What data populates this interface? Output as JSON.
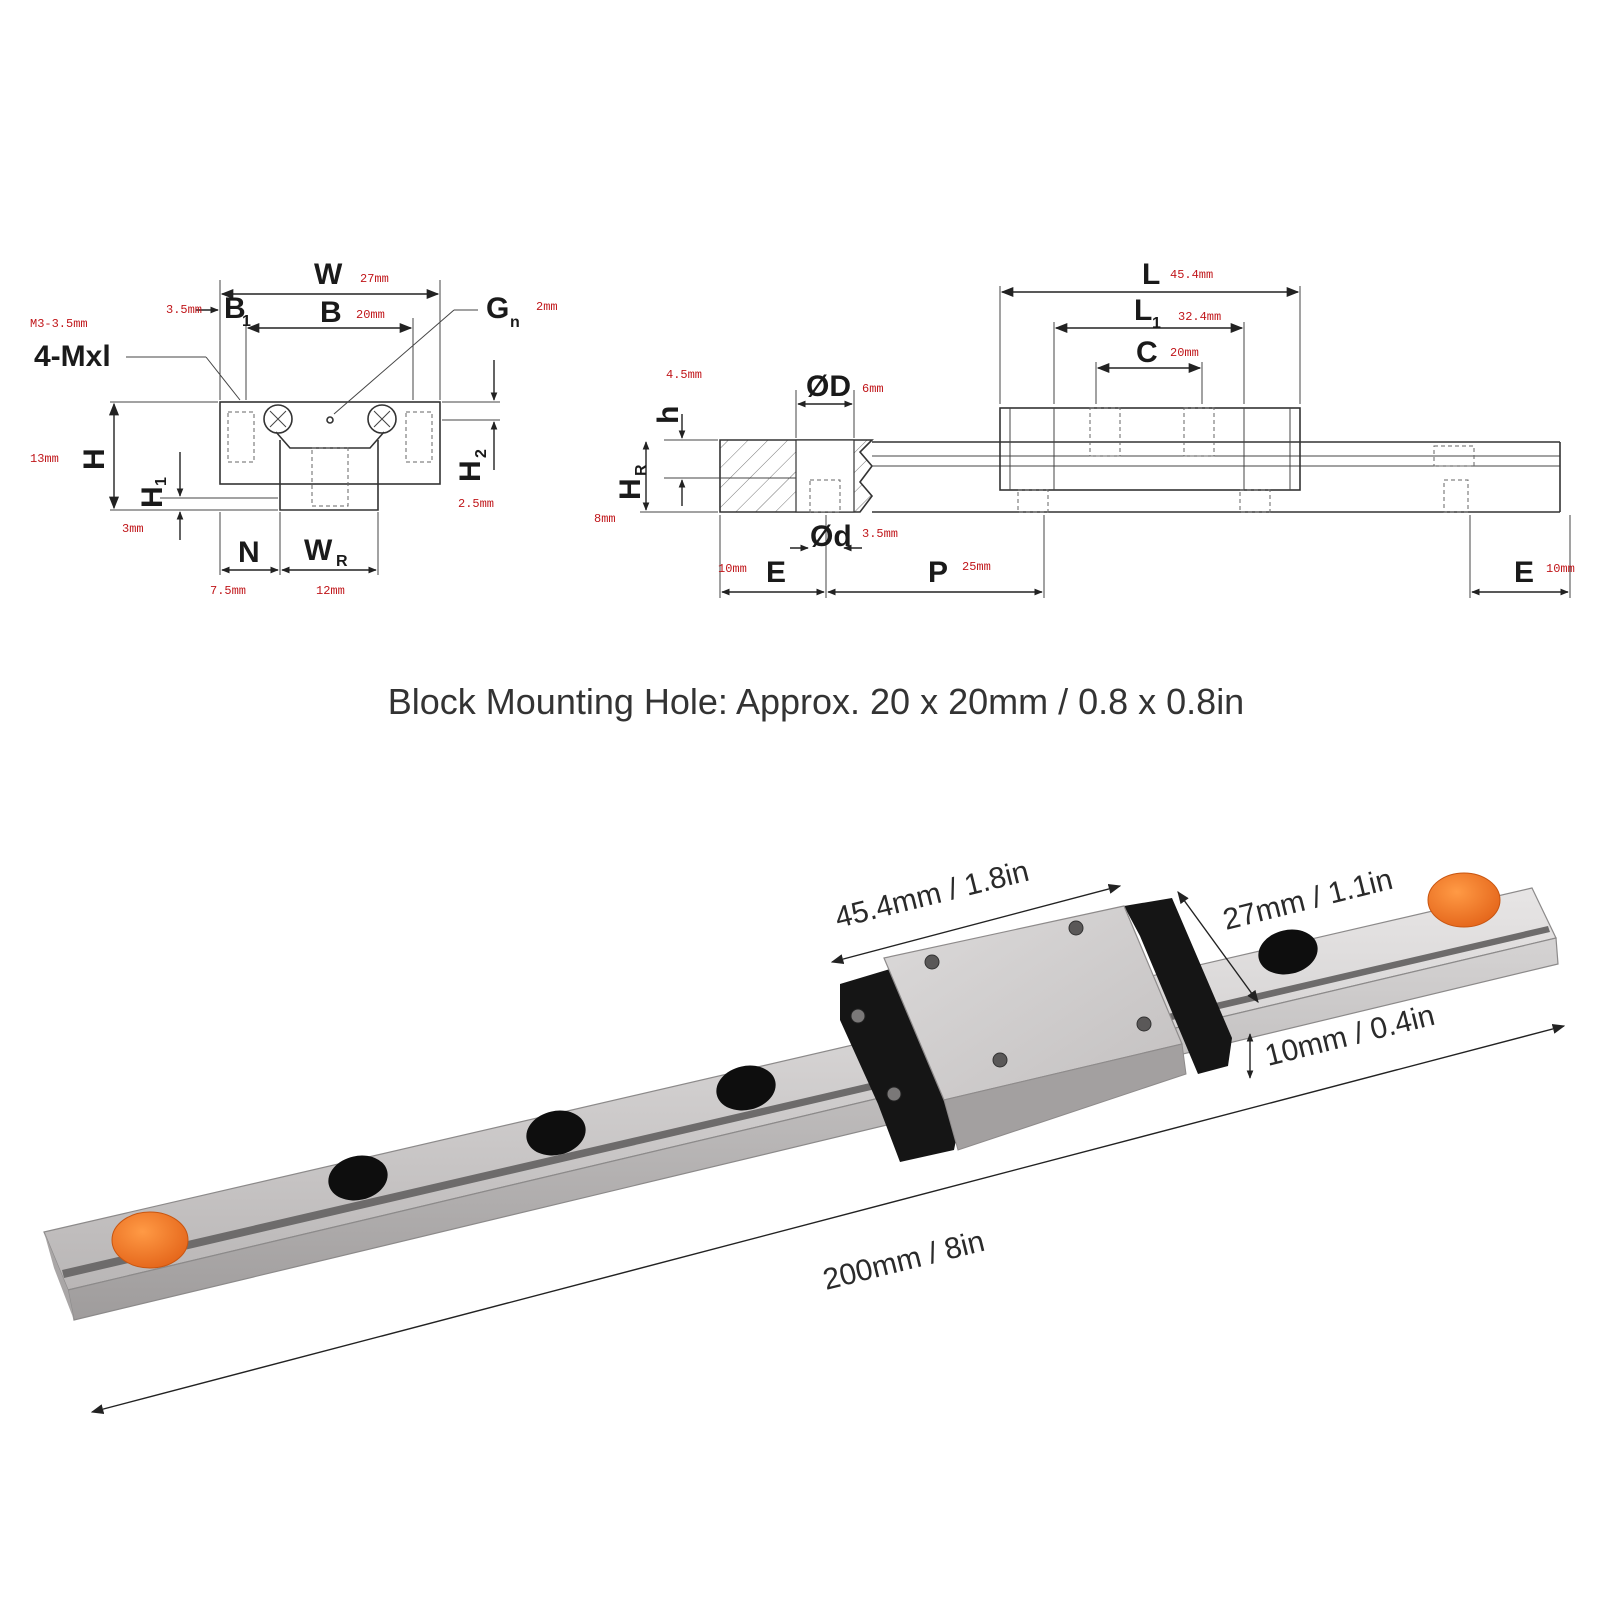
{
  "front_view": {
    "W": {
      "sym": "W",
      "val": "27mm"
    },
    "B1": {
      "sym": "B",
      "sub": "1",
      "val": "3.5mm"
    },
    "B": {
      "sym": "B",
      "val": "20mm"
    },
    "Gn": {
      "sym": "G",
      "sub": "n",
      "val": "2mm"
    },
    "M": {
      "sym": "4-Mxl",
      "val": "M3-3.5mm"
    },
    "H": {
      "sym": "H",
      "val": "13mm"
    },
    "H1": {
      "sym": "H",
      "sub": "1",
      "val": "3mm"
    },
    "H2": {
      "sym": "H",
      "sub": "2",
      "val": "2.5mm"
    },
    "N": {
      "sym": "N",
      "val": "7.5mm"
    },
    "WR": {
      "sym": "W",
      "sub": "R",
      "val": "12mm"
    }
  },
  "side_view": {
    "L": {
      "sym": "L",
      "val": "45.4mm"
    },
    "L1": {
      "sym": "L",
      "sub": "1",
      "val": "32.4mm"
    },
    "C": {
      "sym": "C",
      "val": "20mm"
    },
    "D": {
      "sym": "ØD",
      "val": "6mm"
    },
    "h": {
      "sym": "h",
      "val": "4.5mm"
    },
    "HR": {
      "sym": "H",
      "sub": "R",
      "val": "8mm"
    },
    "d": {
      "sym": "Ød",
      "val": "3.5mm"
    },
    "E_left": {
      "sym": "E",
      "val": "10mm"
    },
    "P": {
      "sym": "P",
      "val": "25mm"
    },
    "E_right": {
      "sym": "E",
      "val": "10mm"
    }
  },
  "caption": "Block Mounting Hole: Approx. 20 x 20mm / 0.8 x 0.8in",
  "photo": {
    "block_length": "45.4mm / 1.8in",
    "block_width": "27mm / 1.1in",
    "rail_height": "10mm / 0.4in",
    "rail_length": "200mm / 8in"
  },
  "colors": {
    "dimension_value": "#c0161a",
    "end_cap": "#f47a20",
    "block_end": "#111111",
    "steel": "#c9c6c6"
  }
}
